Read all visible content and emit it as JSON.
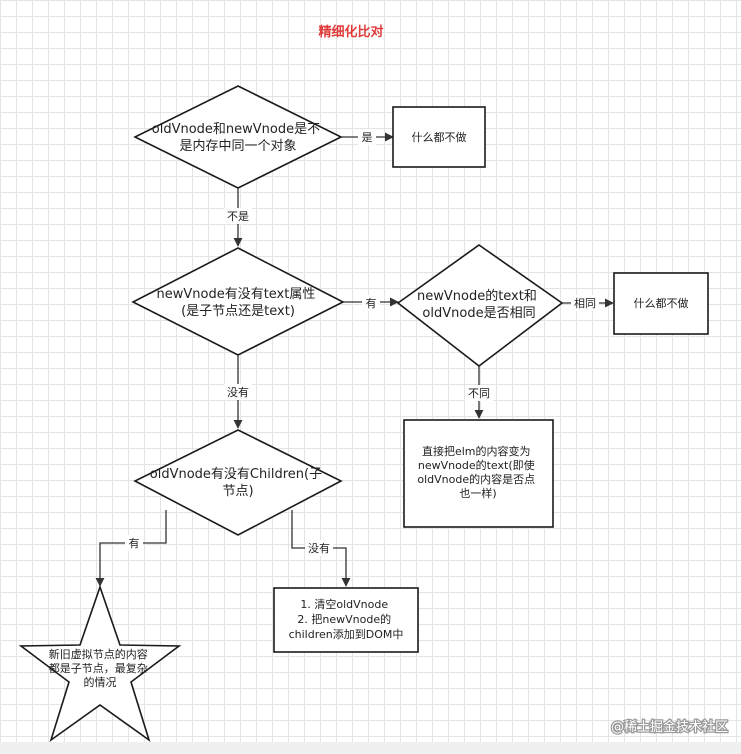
{
  "title": "精细化比对",
  "nodes": {
    "d1": {
      "lines": [
        "oldVnode和newVnode是不",
        "是内存中同一个对象"
      ]
    },
    "b1": {
      "lines": [
        "什么都不做"
      ]
    },
    "d2": {
      "lines": [
        "newVnode有没有text属性",
        "(是子节点还是text)"
      ]
    },
    "d3": {
      "lines": [
        "newVnode的text和",
        "oldVnode是否相同"
      ]
    },
    "b2": {
      "lines": [
        "什么都不做"
      ]
    },
    "b3": {
      "lines": [
        "直接把elm的内容变为",
        "newVnode的text(即使",
        "oldVnode的内容是否点",
        "也一样)"
      ]
    },
    "d4": {
      "lines": [
        "oldVnode有没有Children(子",
        "节点)"
      ]
    },
    "b4": {
      "lines": [
        "1. 清空oldVnode",
        "2. 把newVnode的",
        "children添加到DOM中"
      ]
    },
    "s1": {
      "lines": [
        "新旧虚拟节点的内容",
        "都是子节点，最复杂",
        "的情况"
      ]
    }
  },
  "edge_labels": {
    "d1_b1": "是",
    "d1_d2": "不是",
    "d2_d3": "有",
    "d3_b2": "相同",
    "d3_b3": "不同",
    "d2_d4": "没有",
    "d4_s1": "有",
    "d4_b4": "没有"
  },
  "watermark": "@稀土掘金技术社区"
}
